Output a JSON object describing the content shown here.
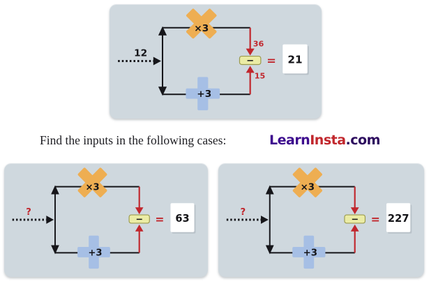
{
  "heading": {
    "text": "Find the inputs in the following cases:"
  },
  "logo": {
    "learn": "Learn",
    "insta": "Insta",
    "com": ".com"
  },
  "colors": {
    "panel_bg": "#cfd8de",
    "multiply_cross": "#eeae52",
    "add_cross": "#a6bfe5",
    "operator_box_fill": "#ebeca5",
    "operator_box_border": "#9b9b4f",
    "accent_red": "#c1272d",
    "wire_black": "#16161a",
    "logo_learn": "#3d0b8e",
    "logo_insta": "#c1272d",
    "logo_com": "#2c0b5e"
  },
  "panels": [
    {
      "name": "example",
      "input_label": "12",
      "multiply_label": "×3",
      "add_label": "+3",
      "operator": "−",
      "top_branch_value": "36",
      "bottom_branch_value": "15",
      "equals_sign": "=",
      "output": "21"
    },
    {
      "name": "case-a",
      "input_label": "?",
      "multiply_label": "×3",
      "add_label": "+3",
      "operator": "−",
      "equals_sign": "=",
      "output": "63"
    },
    {
      "name": "case-b",
      "input_label": "?",
      "multiply_label": "×3",
      "add_label": "+3",
      "operator": "−",
      "equals_sign": "=",
      "output": "227"
    }
  ]
}
